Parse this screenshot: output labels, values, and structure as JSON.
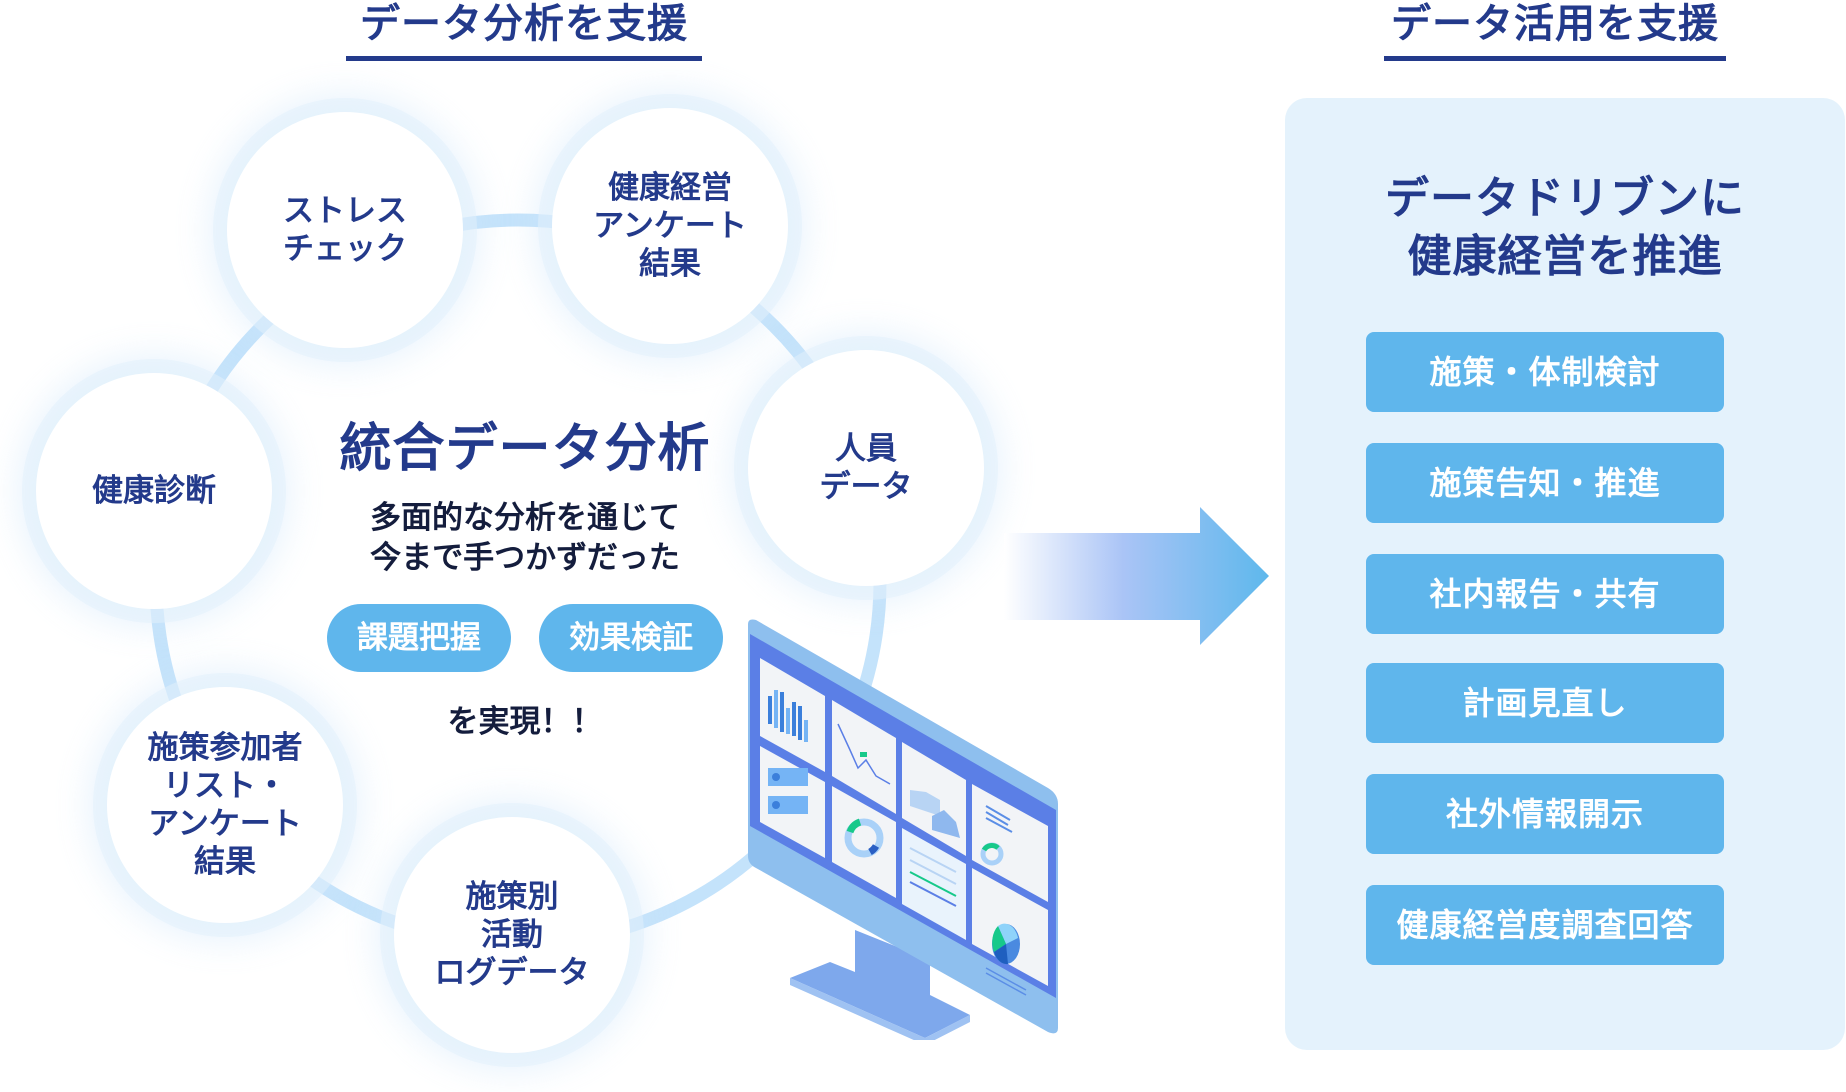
{
  "sections": {
    "left_title": "データ分析を支援",
    "right_title": "データ活用を支援"
  },
  "data_sources": [
    {
      "id": "stress-check",
      "label": "ストレス\nチェック"
    },
    {
      "id": "health-management-survey",
      "label": "健康経営\nアンケート\n結果"
    },
    {
      "id": "personnel-data",
      "label": "人員\nデータ"
    },
    {
      "id": "health-checkup",
      "label": "健康診断"
    },
    {
      "id": "participant-list",
      "label": "施策参加者\nリスト・\nアンケート\n結果"
    },
    {
      "id": "activity-log",
      "label": "施策別\n活動\nログデータ"
    }
  ],
  "center": {
    "title": "統合データ分析",
    "description": "多面的な分析を通じて\n今まで手つかずだった",
    "pills": [
      "課題把握",
      "効果検証"
    ],
    "tail": "を実現！！"
  },
  "right_panel": {
    "heading": "データドリブンに\n健康経営を推進",
    "actions": [
      "施策・体制検討",
      "施策告知・推進",
      "社内報告・共有",
      "計画見直し",
      "社外情報開示",
      "健康経営度調査回答"
    ]
  },
  "icons": {
    "arrow": "right-arrow-icon",
    "monitor": "dashboard-monitor-icon"
  },
  "colors": {
    "navy": "#233a8b",
    "accent_blue": "#5fb6ec",
    "panel_bg": "#e4f2fc",
    "ring": "#c4e3fb",
    "screen": "#5b7fe6"
  }
}
